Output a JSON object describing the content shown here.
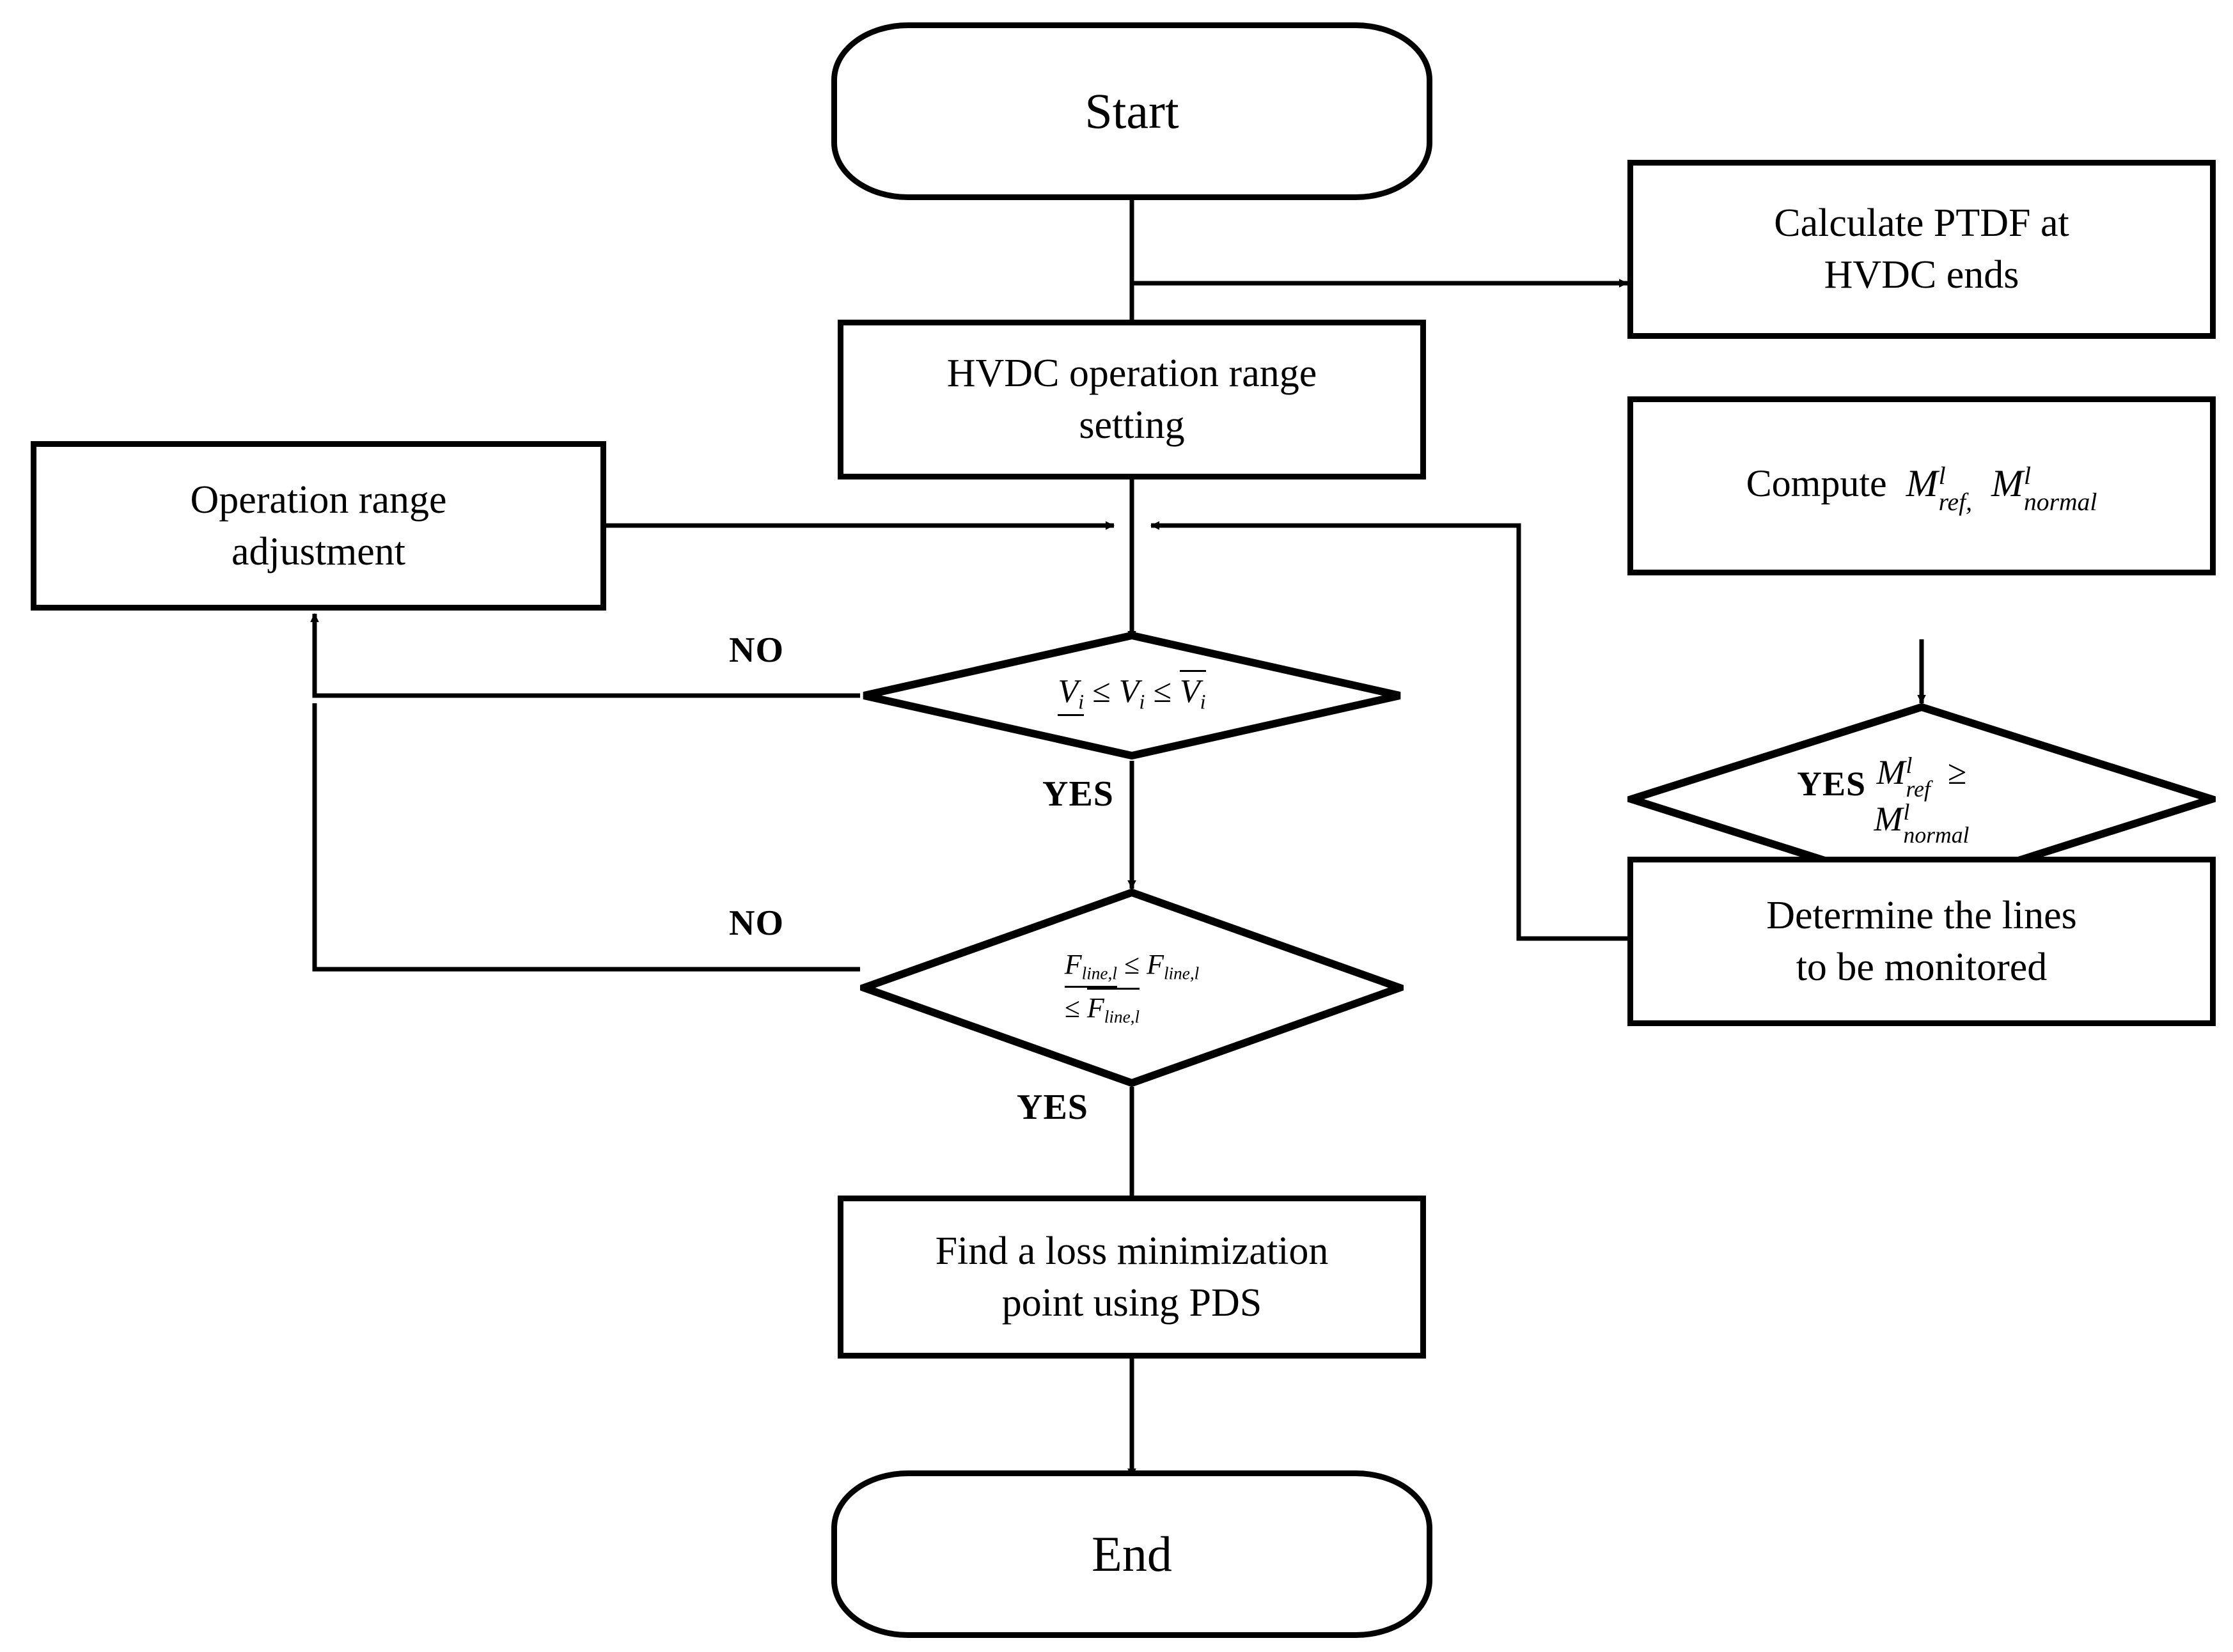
{
  "diagram": {
    "type": "flowchart",
    "title": "HVDC operation range optimization flowchart",
    "nodes": {
      "start": {
        "label": "Start",
        "shape": "terminator"
      },
      "hvdc_set": {
        "line1": "HVDC operation range",
        "line2": "setting",
        "shape": "process"
      },
      "op_adjust": {
        "line1": "Operation range",
        "line2": "adjustment",
        "shape": "process"
      },
      "calc_ptdf": {
        "line1": "Calculate PTDF at",
        "line2": "HVDC ends",
        "shape": "process"
      },
      "compute_m": {
        "prefix": "Compute",
        "m1_base": "M",
        "m1_sup": "l",
        "m1_sub": "ref,",
        "m2_base": "M",
        "m2_sup": "l",
        "m2_sub": "normal",
        "shape": "process"
      },
      "decide_m": {
        "m1_base": "M",
        "m1_sup": "l",
        "m1_sub": "ref",
        "relation": "≥",
        "m2_base": "M",
        "m2_sup": "l",
        "m2_sub": "normal",
        "shape": "decision"
      },
      "determine": {
        "line1": "Determine the lines",
        "line2": "to be monitored",
        "shape": "process"
      },
      "decide_v": {
        "v_lo": "V",
        "v_lo_sub": "i",
        "rel1": "≤",
        "v_mid": "V",
        "v_mid_sub": "i",
        "rel2": "≤",
        "v_hi": "V",
        "v_hi_sub": "i",
        "shape": "decision"
      },
      "decide_f": {
        "f_lo": "F",
        "f_lo_sub": "line,l",
        "rel1": "≤",
        "f_mid": "F",
        "f_mid_sub": "line,l",
        "rel2": "≤",
        "f_hi": "F",
        "f_hi_sub": "line,l",
        "shape": "decision"
      },
      "find_pds": {
        "line1": "Find a loss minimization",
        "line2": "point using PDS",
        "shape": "process"
      },
      "end": {
        "label": "End",
        "shape": "terminator"
      }
    },
    "edge_labels": {
      "no_voltage": "NO",
      "yes_voltage": "YES",
      "no_flow": "NO",
      "yes_flow": "YES",
      "yes_margin": "YES"
    },
    "colors": {
      "stroke": "#000000",
      "fill": "#ffffff",
      "text": "#000000"
    }
  }
}
